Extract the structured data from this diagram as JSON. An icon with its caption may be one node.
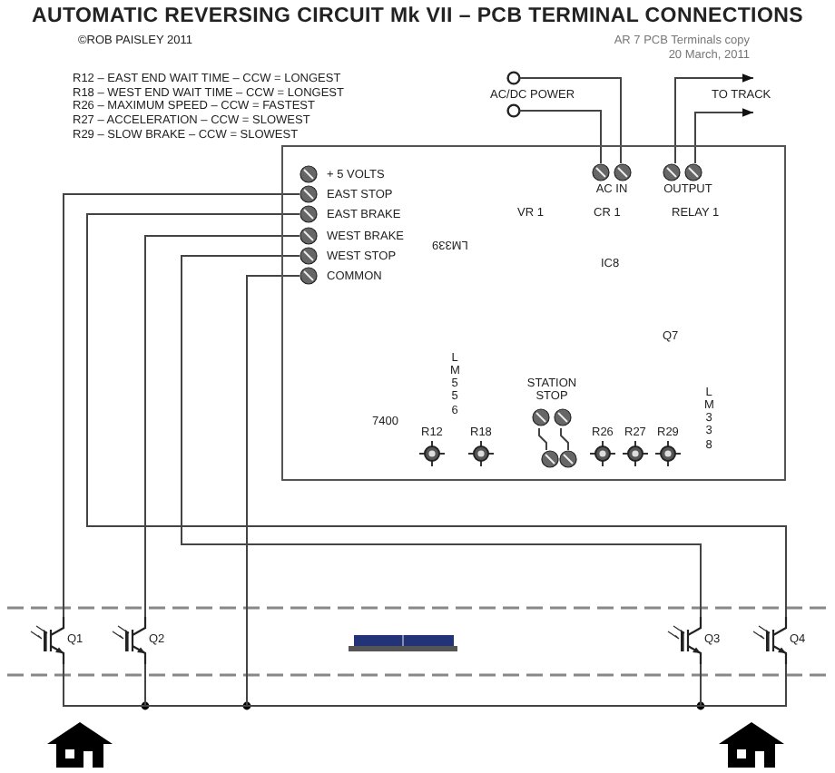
{
  "diagram": {
    "title": "AUTOMATIC REVERSING CIRCUIT Mk VII – PCB TERMINAL CONNECTIONS",
    "nodes": [
      {
        "text": [],
        "shape": "box"
      },
      {
        "text": [
          "+ 5 VOLTS"
        ],
        "in": 0
      },
      {
        "text": [
          "EAST STOP"
        ],
        "in": 0
      },
      {
        "text": [
          "EAST BRAKE"
        ],
        "in": 0
      },
      {
        "text": [
          "WEST BRAKE"
        ],
        "in": 0
      },
      {
        "text": [
          "WEST STOP"
        ],
        "in": 0
      },
      {
        "text": [
          "COMMON"
        ],
        "in": 0
      },
      {
        "text": [
          "AC IN"
        ],
        "in": 0
      },
      {
        "text": [
          "OUTPUT"
        ],
        "in": 0
      },
      {
        "text": [
          "STATION STOP"
        ],
        "in": 0
      },
      {
        "text": [],
        "shape": "circle",
        "in": 0
      },
      {
        "text": [
          "AC/DC POWER"
        ]
      },
      {
        "text": [
          "TO TRACK"
        ]
      },
      {
        "text": [
          "Q1"
        ]
      },
      {
        "text": [
          "Q2"
        ]
      },
      {
        "text": [
          "Q3"
        ]
      },
      {
        "text": [
          "Q4"
        ]
      }
    ],
    "edges": [
      {
        "from": 2,
        "to": 13,
        "arrow": "none"
      },
      {
        "from": 3,
        "to": 16,
        "arrow": "none"
      },
      {
        "from": 4,
        "to": 14,
        "arrow": "none"
      },
      {
        "from": 5,
        "to": 15,
        "arrow": "none"
      },
      {
        "from": 6,
        "to": 13,
        "arrow": "none"
      },
      {
        "from": 6,
        "to": 14,
        "arrow": "none"
      },
      {
        "from": 6,
        "to": 15,
        "arrow": "none"
      },
      {
        "from": 6,
        "to": 16,
        "arrow": "none"
      },
      {
        "from": 11,
        "to": 7,
        "arrow": "none"
      },
      {
        "from": 11,
        "to": 7,
        "arrow": "none"
      },
      {
        "from": 8,
        "to": 12,
        "arrow": "to"
      },
      {
        "from": 8,
        "to": 12,
        "arrow": "to"
      },
      {
        "from": 9,
        "to": 10,
        "arrow": "none"
      },
      {
        "from": 9,
        "to": 10,
        "arrow": "none"
      }
    ],
    "labels": [
      "©ROB PAISLEY 2011",
      "AR 7 PCB Terminals copy",
      "20 March, 2011",
      "R12 – EAST END WAIT TIME – CCW = LONGEST",
      "R18 – WEST END WAIT TIME – CCW = LONGEST",
      "R26 – MAXIMUM SPEED – CCW = FASTEST",
      "R27 – ACCELERATION – CCW = SLOWEST",
      "R29 – SLOW BRAKE – CCW = SLOWEST",
      "VR 1",
      "CR 1",
      "RELAY 1",
      "LM339",
      "IC8",
      "Q7",
      "LM556",
      "7400",
      "R12",
      "R18",
      "R26",
      "R27",
      "R29",
      "LM338"
    ]
  }
}
